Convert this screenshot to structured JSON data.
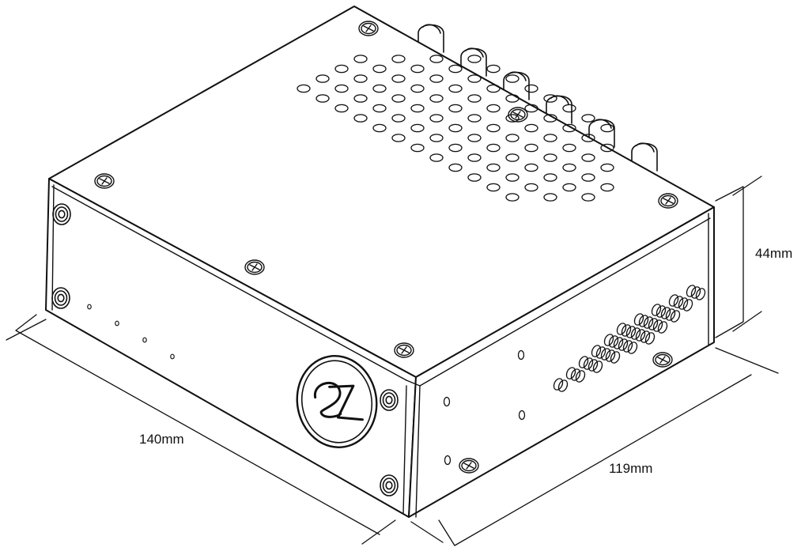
{
  "dimensions": {
    "height": {
      "label": "44mm",
      "value": 44,
      "unit": "mm"
    },
    "width": {
      "label": "140mm",
      "value": 140,
      "unit": "mm"
    },
    "depth": {
      "label": "119mm",
      "value": 119,
      "unit": "mm"
    }
  },
  "device": {
    "logo_icon": "ez-logo-badge",
    "front_led_count": 4,
    "back_connector_count": 6
  },
  "colors": {
    "line": "#111111",
    "background": "#ffffff"
  }
}
